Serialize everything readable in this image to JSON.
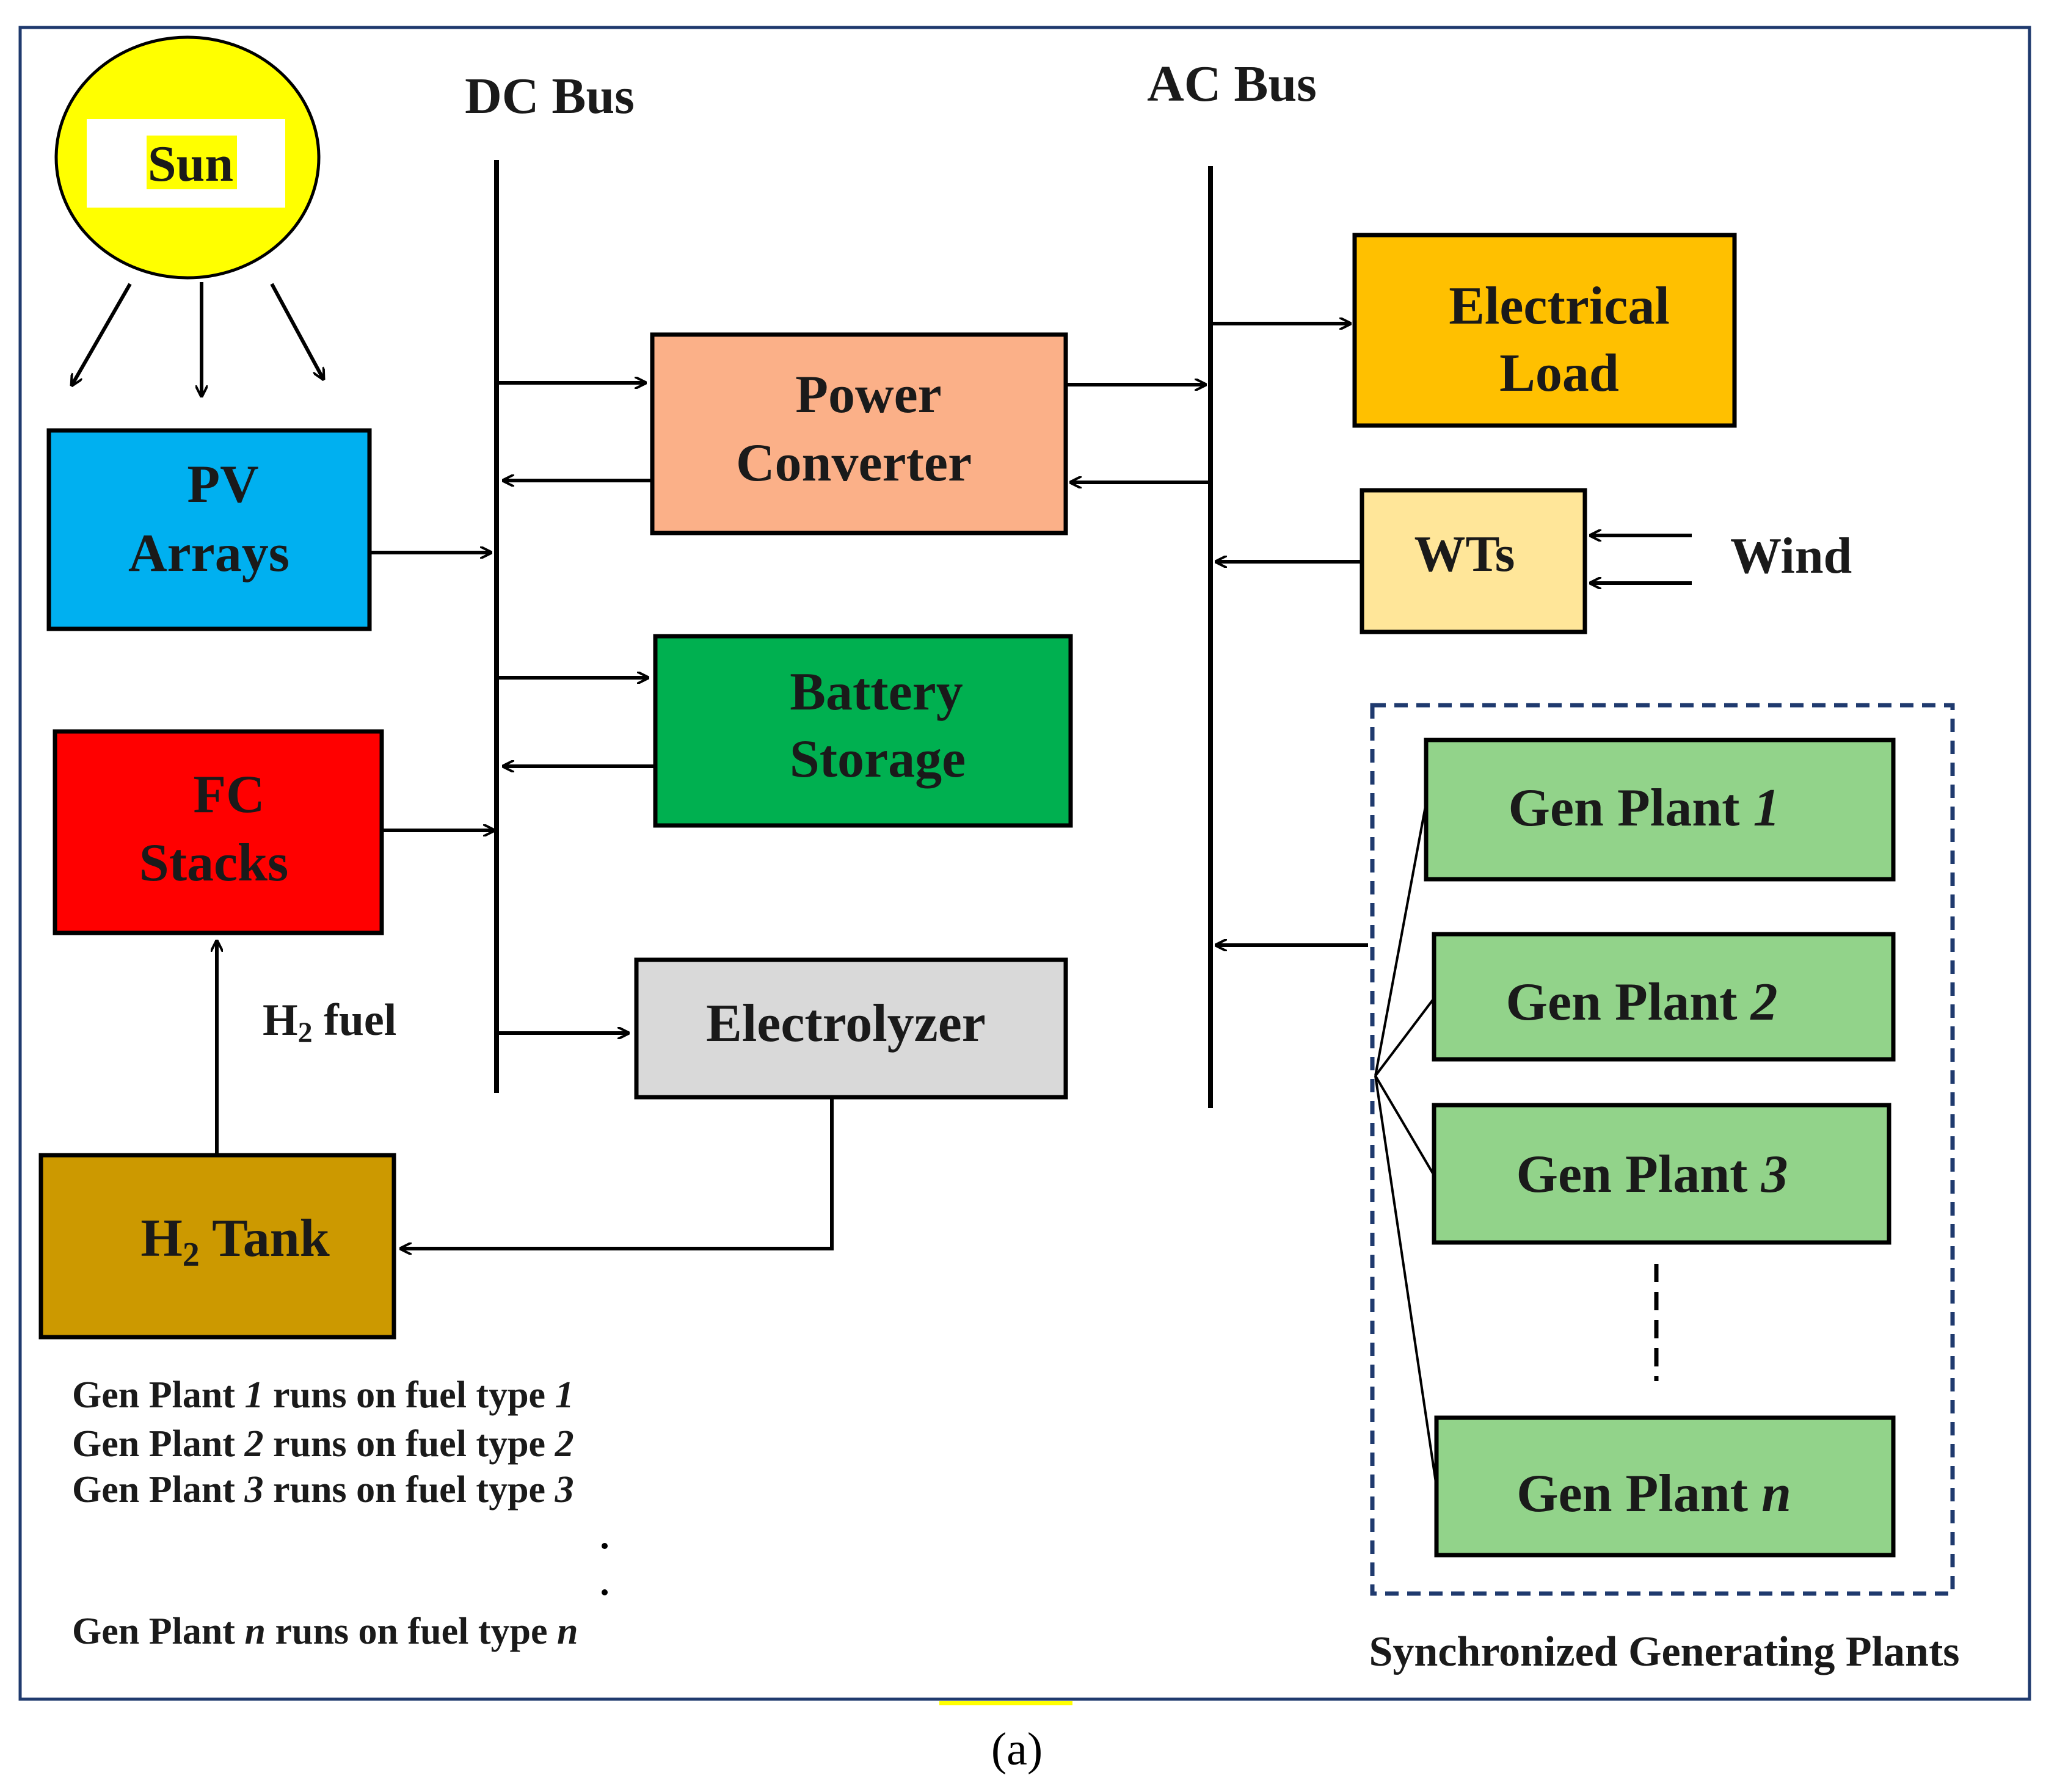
{
  "buses": {
    "dc": "DC Bus",
    "ac": "AC Bus"
  },
  "sun": {
    "label": "Sun"
  },
  "blocks": {
    "pv": {
      "line1": "PV",
      "line2": "Arrays"
    },
    "fc": {
      "line1": "FC",
      "line2": "Stacks"
    },
    "h2_tank": {
      "h": "H",
      "sub": "2",
      "rest": " Tank"
    },
    "power_converter": {
      "line1": "Power",
      "line2": "Converter"
    },
    "battery": {
      "line1": "Battery",
      "line2": "Storage"
    },
    "electrolyzer": {
      "label": "Electrolyzer"
    },
    "load": {
      "line1": "Electrical",
      "line2": "Load"
    },
    "wts": {
      "label": "WTs"
    }
  },
  "labels": {
    "wind": "Wind",
    "h2_fuel": {
      "h": "H",
      "sub": "2",
      "rest": " fuel"
    }
  },
  "gen_plants": {
    "items": [
      {
        "prefix": "Gen Plant ",
        "index": "1"
      },
      {
        "prefix": "Gen Plant ",
        "index": "2"
      },
      {
        "prefix": "Gen Plant ",
        "index": "3"
      },
      {
        "prefix": "Gen Plant ",
        "index": "n"
      }
    ],
    "group_caption": "Synchronized Generating Plants"
  },
  "fuel_notes": [
    {
      "a": "Gen Plant ",
      "i": "1",
      "b": " runs on fuel type ",
      "j": "1"
    },
    {
      "a": "Gen Plant ",
      "i": "2",
      "b": " runs on fuel type ",
      "j": "2"
    },
    {
      "a": "Gen Plant ",
      "i": "3",
      "b": " runs on fuel type ",
      "j": "3"
    },
    {
      "a": "Gen Plant ",
      "i": "n",
      "b": " runs on fuel type ",
      "j": "n"
    }
  ],
  "caption": "(a)",
  "colors": {
    "sun": "#ffff00",
    "pv": "#00b0f0",
    "fc": "#ff0000",
    "h2_tank": "#cc9900",
    "power_converter": "#fbb088",
    "battery": "#00b050",
    "electrolyzer": "#d9d9d9",
    "load": "#ffc000",
    "wts": "#ffe699",
    "gen_plant": "#92d38a",
    "frame": "#1f3a6e",
    "group_border": "#1f3a6e"
  }
}
